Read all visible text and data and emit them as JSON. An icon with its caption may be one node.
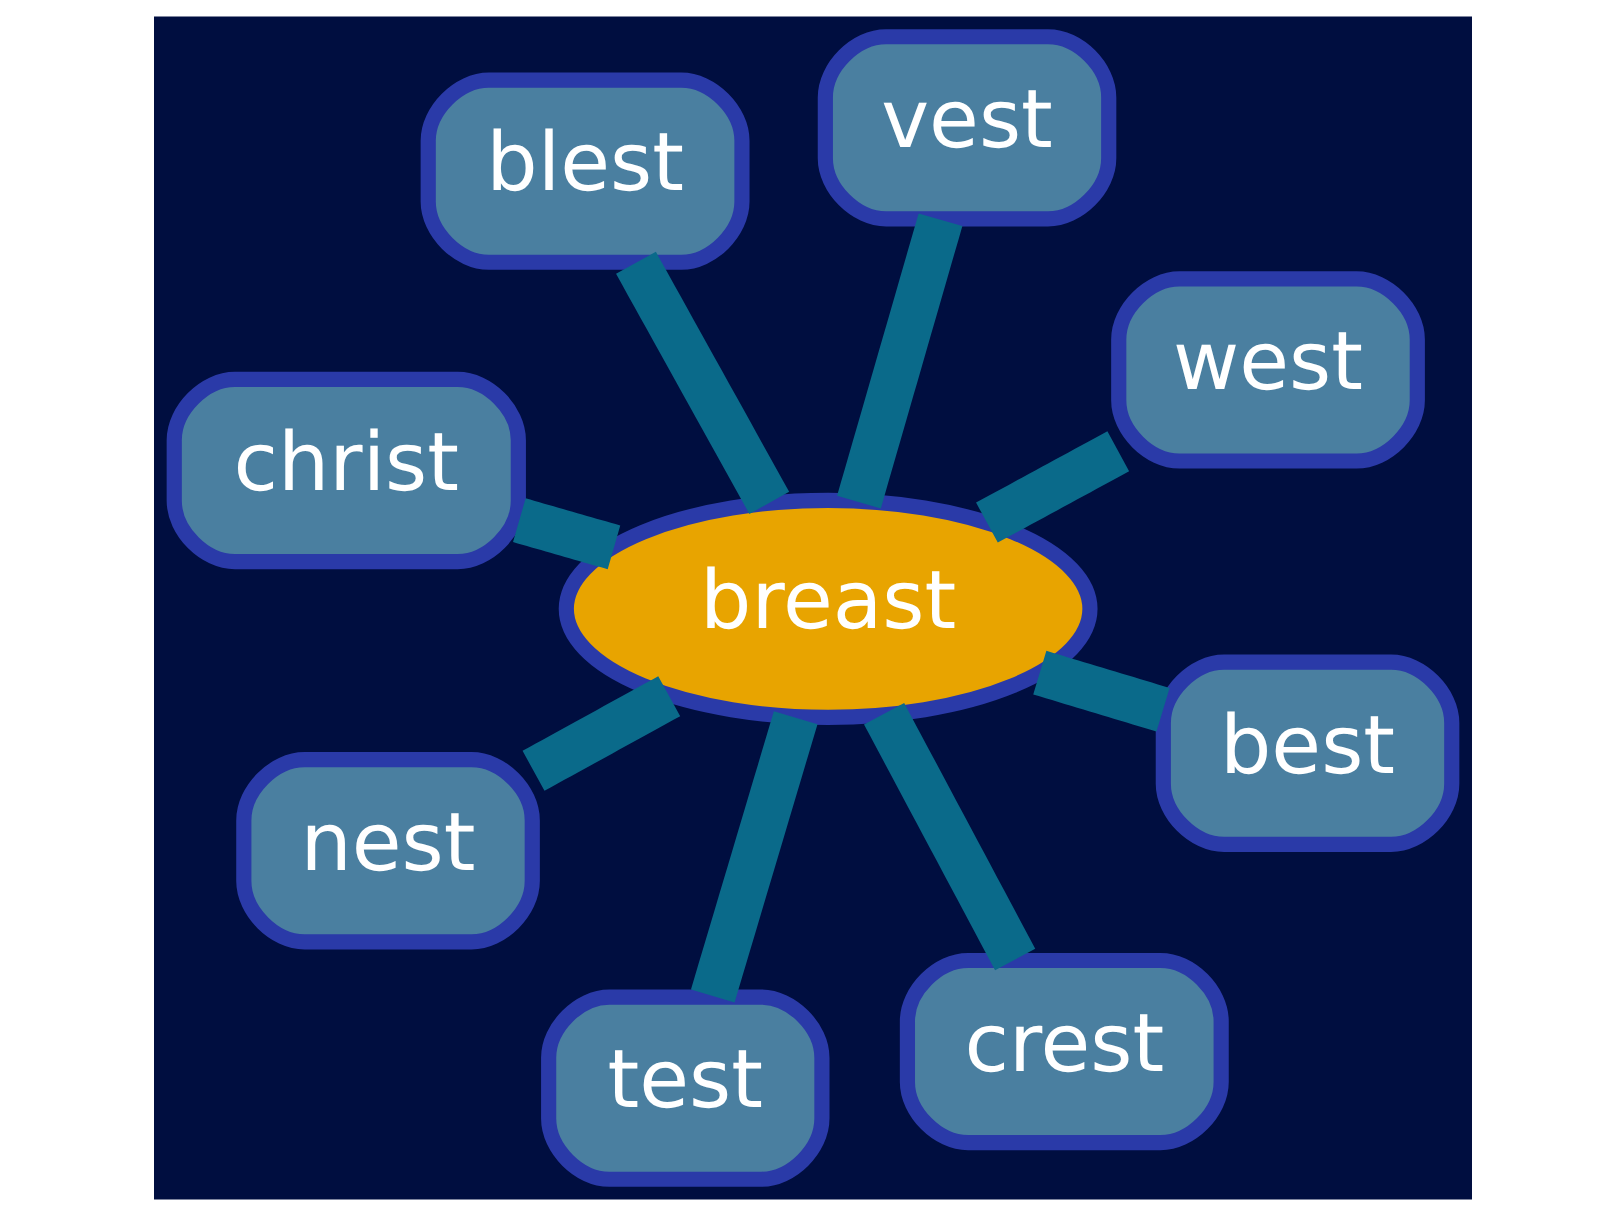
{
  "diagram": {
    "nodes": [
      {
        "text": [
          "christ"
        ]
      },
      {
        "text": [
          "west"
        ]
      },
      {
        "text": [
          "crest"
        ]
      },
      {
        "text": [
          "vest"
        ]
      },
      {
        "text": [
          "breast"
        ]
      },
      {
        "text": [
          "blest"
        ]
      },
      {
        "text": [
          "nest"
        ]
      },
      {
        "text": [
          "best"
        ]
      },
      {
        "text": [
          "test"
        ]
      }
    ],
    "edges": [
      {
        "from": 4,
        "to": 0,
        "arrow": "none"
      },
      {
        "from": 4,
        "to": 1,
        "arrow": "none"
      },
      {
        "from": 4,
        "to": 2,
        "arrow": "none"
      },
      {
        "from": 4,
        "to": 3,
        "arrow": "none"
      },
      {
        "from": 4,
        "to": 5,
        "arrow": "none"
      },
      {
        "from": 4,
        "to": 6,
        "arrow": "none"
      },
      {
        "from": 4,
        "to": 7,
        "arrow": "none"
      },
      {
        "from": 4,
        "to": 8,
        "arrow": "none"
      }
    ]
  }
}
